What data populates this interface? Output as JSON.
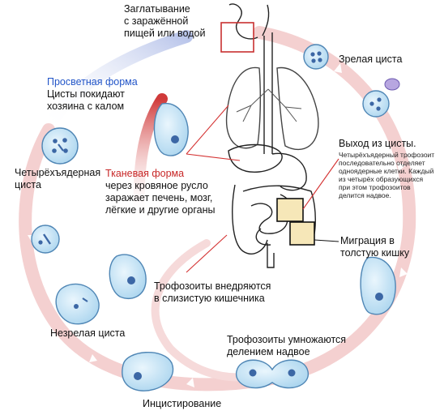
{
  "colors": {
    "lumen_arrow": "#b8c4ea",
    "tissue_arrow": "#d03a3a",
    "cycle_ring": "#f2c8c8",
    "cell_fill": "#a9d4ee",
    "cell_edge": "#4f86b5",
    "nucleus": "#3c67a5",
    "pointer_line": "#d43232"
  },
  "labels": {
    "ingestion": [
      "Заглатывание",
      "с заражённой",
      "пищей или водой"
    ],
    "mature_cyst": "Зрелая циста",
    "excystation_title": "Выход из цисты.",
    "excystation_desc": [
      "Четырёхъядерный трофозоит",
      "последовательно отделяет",
      "одноядерные клетки. Каждый",
      "из четырёх образующихся",
      "при этом трофозоитов",
      "делится надвое."
    ],
    "migration": [
      "Миграция в",
      "толстую кишку"
    ],
    "multiply": [
      "Трофозоиты умножаются",
      "делением надвое"
    ],
    "encystation": "Инцистирование",
    "immature_cyst": "Незрелая циста",
    "four_nucleus_cyst": [
      "Четырёхъядерная",
      "циста"
    ],
    "lumen_title": "Просветная форма",
    "lumen_desc": [
      "Цисты покидают",
      "хозяина с калом"
    ],
    "tissue_title": "Тканевая форма",
    "tissue_desc": [
      "через кровяное русло",
      "заражает печень, мозг,",
      "лёгкие и другие органы"
    ],
    "invade": [
      "Трофозоиты внедряются",
      "в слизистую кишечника"
    ]
  }
}
